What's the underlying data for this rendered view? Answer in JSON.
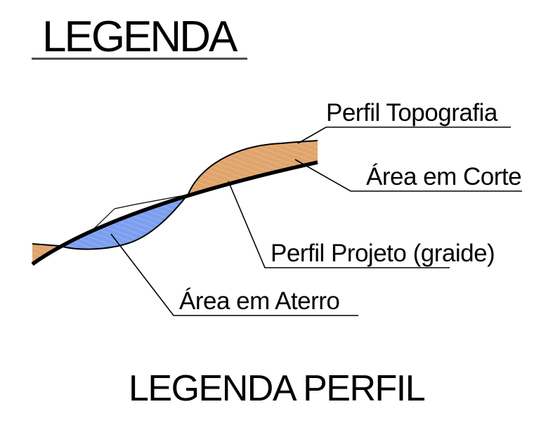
{
  "page": {
    "background": "#ffffff",
    "kind": "engineering drawing legend"
  },
  "title": {
    "text": "LEGENDA",
    "underline_color": "#4d4d4d"
  },
  "footer": {
    "text": "LEGENDA PERFIL"
  },
  "legend": {
    "labels": {
      "topografia": "Perfil Topografia",
      "corte": "Área em Corte",
      "projeto": "Perfil Projeto (graide)",
      "aterro": "Área em Aterro"
    },
    "symbols": {
      "cut_area_color": "#e0a56c",
      "fill_area_color": "#7d9ff0",
      "grade_line_color": "#000000",
      "topography_line_color": "#000000",
      "leader_line_color": "#000000"
    }
  }
}
